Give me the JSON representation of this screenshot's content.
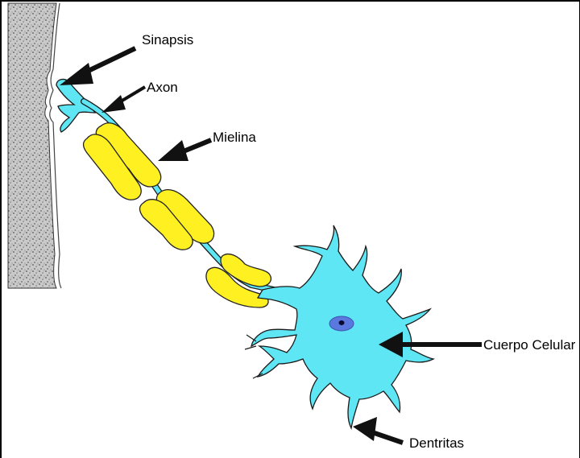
{
  "labels": {
    "synapse": "Sinapsis",
    "axon": "Axon",
    "myelin": "Mielina",
    "cell_body": "Cuerpo Celular",
    "dendrites": "Dentritas"
  },
  "colors": {
    "neuron": "#5ee6f4",
    "myelin": "#fff021",
    "nucleus": "#5a78de",
    "nucleolus": "#0a0a30",
    "tissue": "#cfcfcf",
    "outline": "#1a1a1a"
  }
}
